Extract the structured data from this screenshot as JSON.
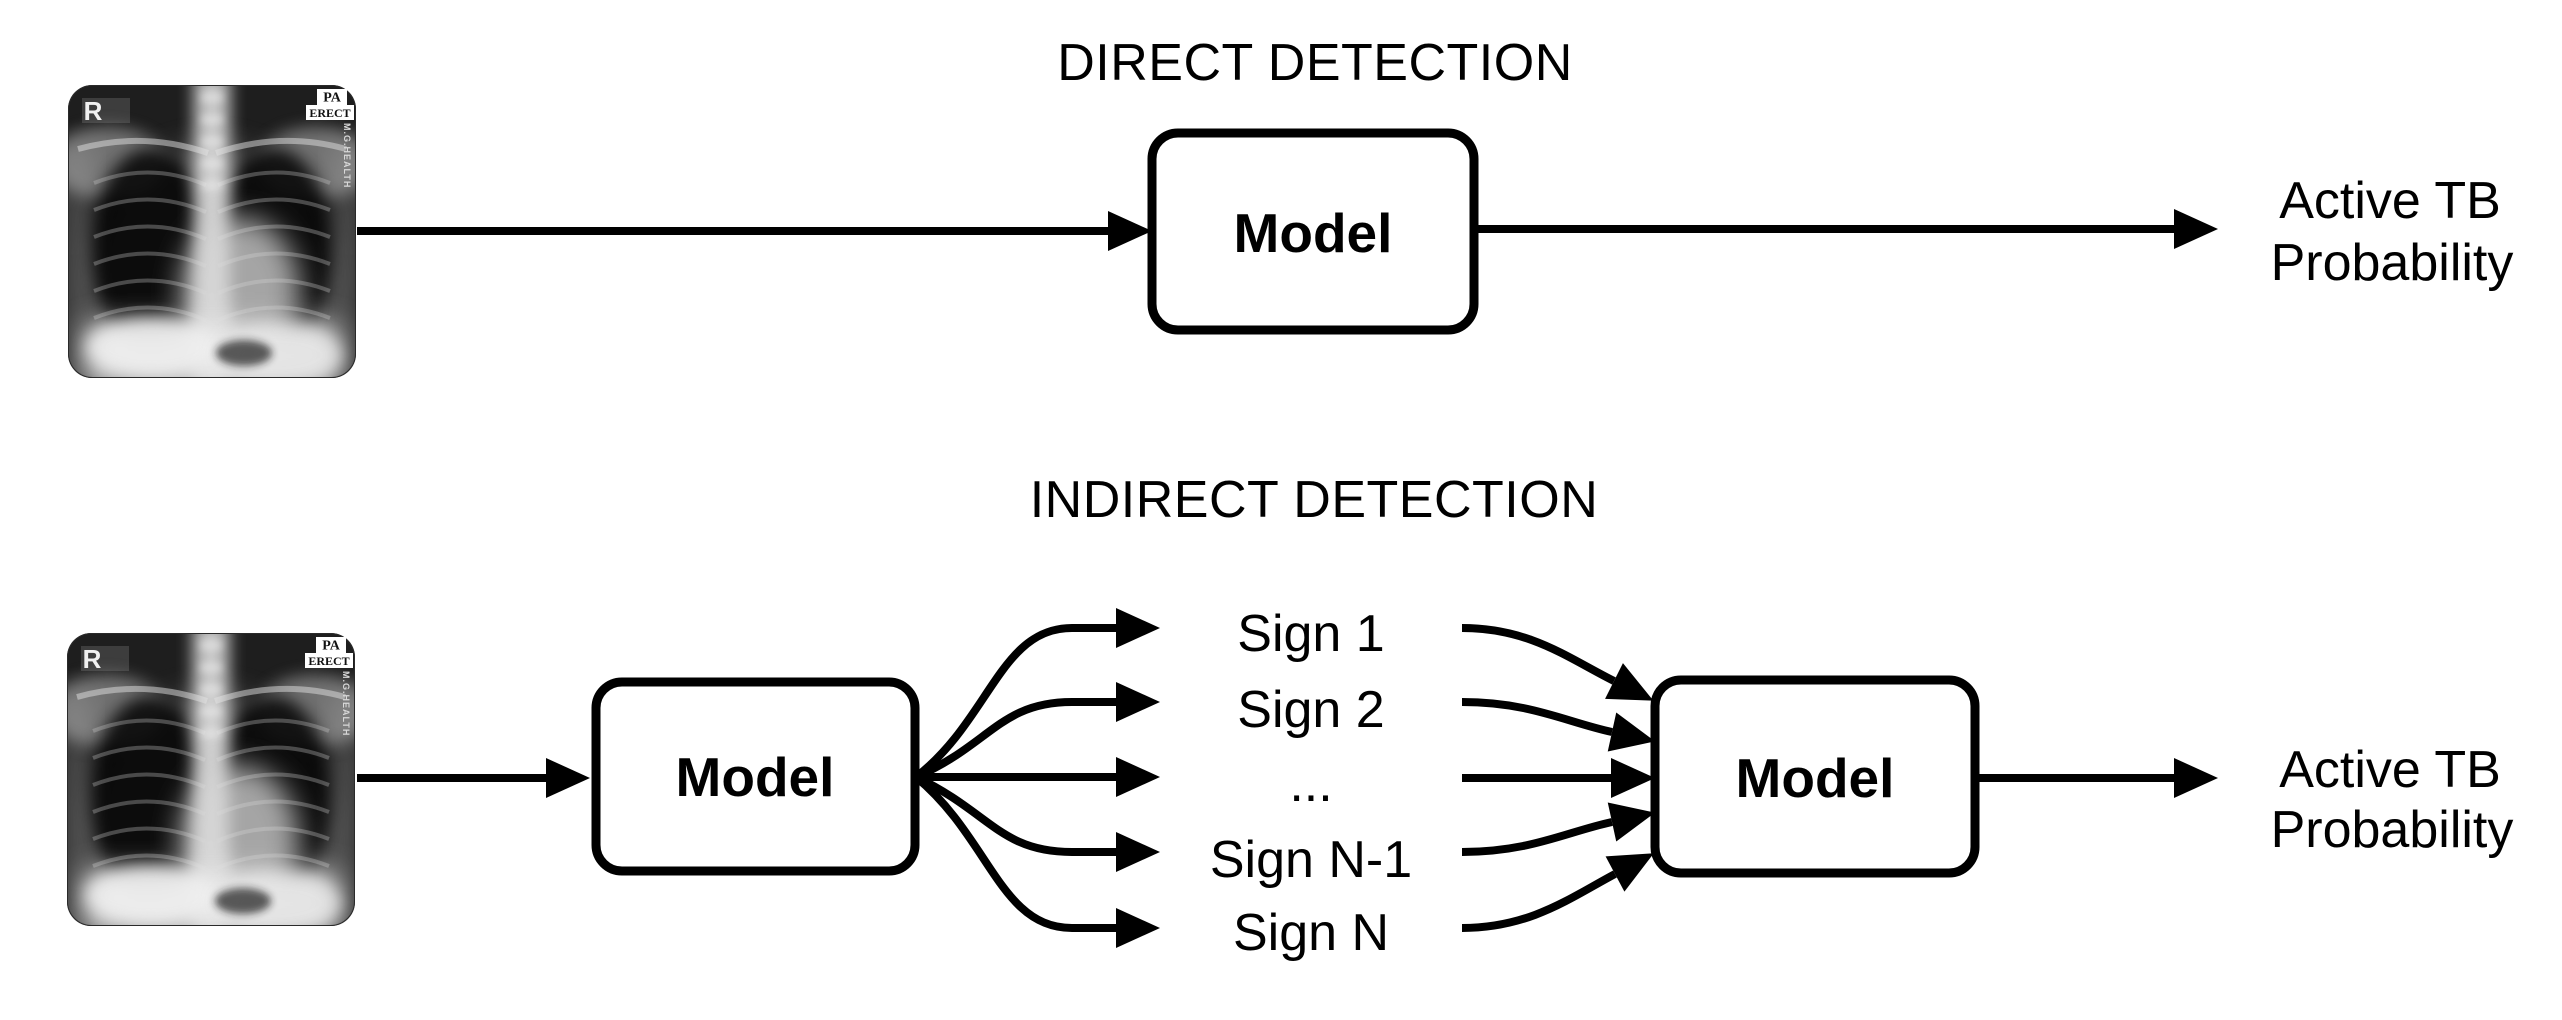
{
  "figure": {
    "background_color": "#ffffff",
    "ink_color": "#000000",
    "direct": {
      "title": "DIRECT DETECTION",
      "model_label": "Model",
      "output": {
        "line1": "Active TB",
        "line2": "Probability"
      }
    },
    "indirect": {
      "title": "INDIRECT DETECTION",
      "model1_label": "Model",
      "model2_label": "Model",
      "signs": [
        "Sign 1",
        "Sign 2",
        "...",
        "Sign N-1",
        "Sign N"
      ],
      "output": {
        "line1": "Active TB",
        "line2": "Probability"
      }
    },
    "xray": {
      "side_marker": "R",
      "view_label": "PA",
      "position_label": "ERECT",
      "edge_text": "M.G.HEALTH"
    }
  }
}
